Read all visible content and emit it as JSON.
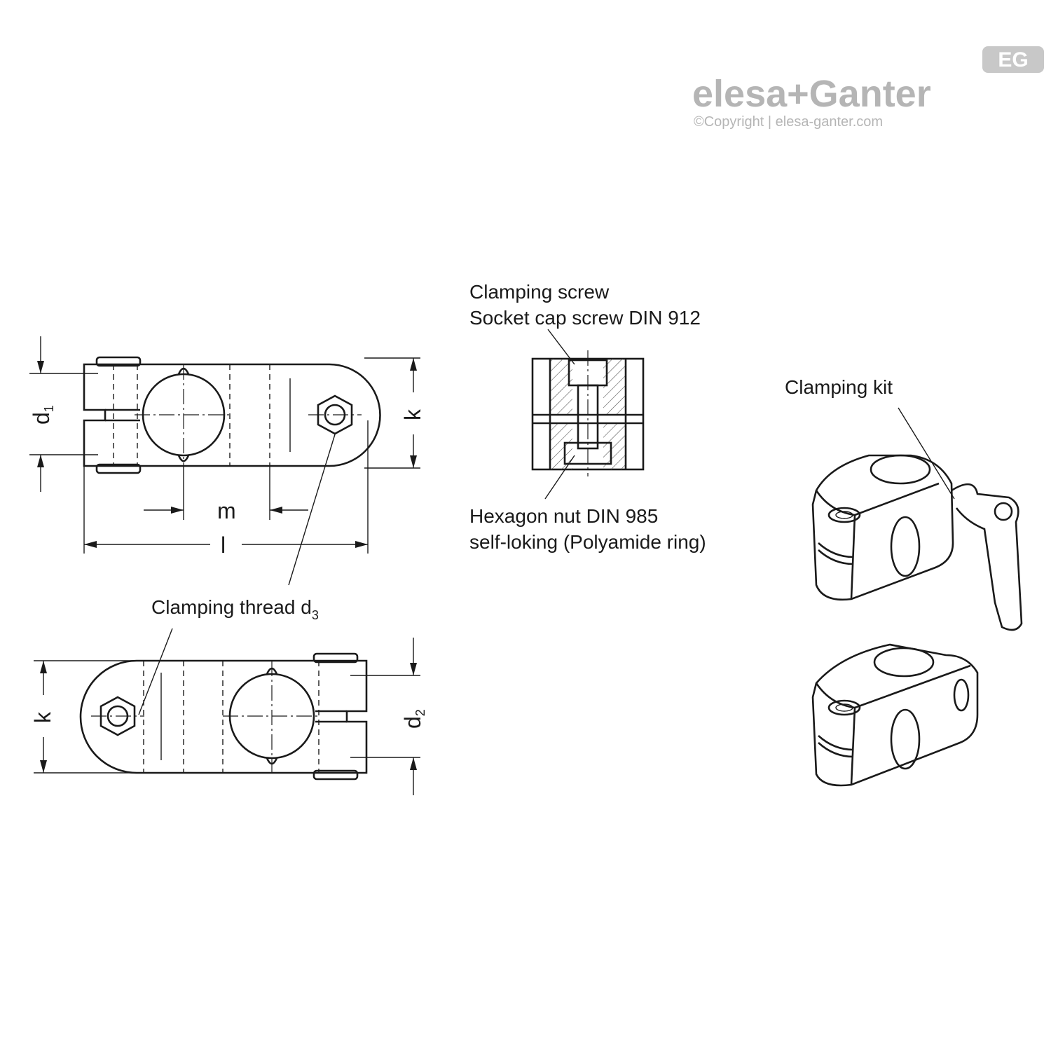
{
  "brand": {
    "logo_text": "elesa+Ganter",
    "copyright": "©Copyright | elesa-ganter.com",
    "badge": "EG",
    "color": "#b5b5b5"
  },
  "labels": {
    "clamping_screw": "Clamping screw",
    "socket_cap_screw": "Socket cap screw DIN 912",
    "hex_nut": "Hexagon nut DIN 985",
    "self_locking": "self-loking (Polyamide ring)",
    "clamping_kit": "Clamping kit",
    "clamping_thread": "Clamping thread d",
    "clamping_thread_sub": "3"
  },
  "dimensions": {
    "d1": "d",
    "d1_sub": "1",
    "d2": "d",
    "d2_sub": "2",
    "k_top": "k",
    "k_bottom": "k",
    "m": "m",
    "l": "l"
  }
}
